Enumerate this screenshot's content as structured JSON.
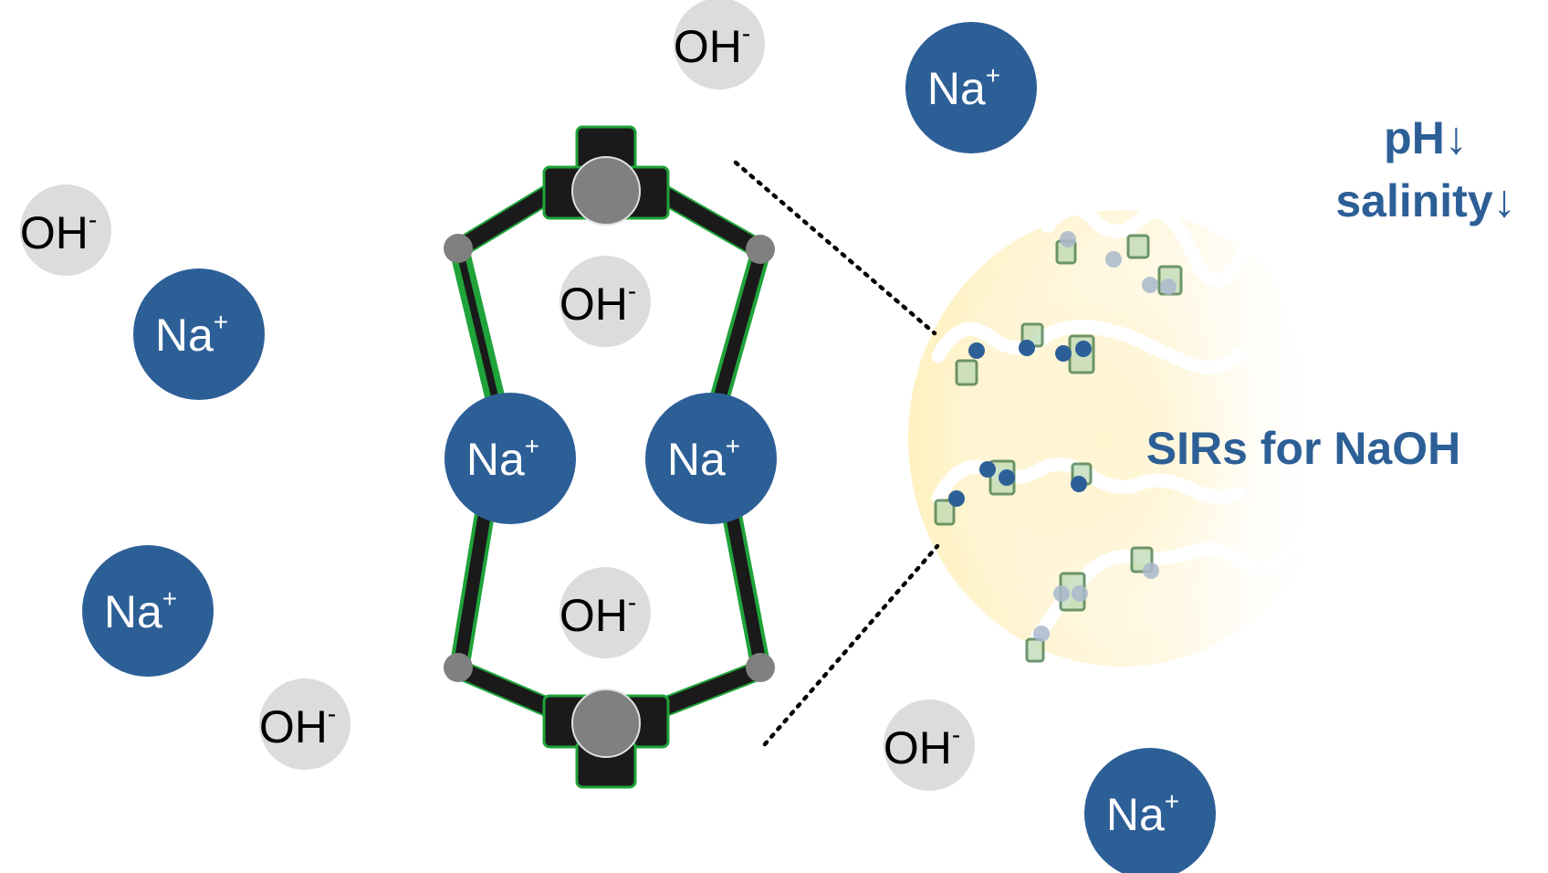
{
  "colors": {
    "sodium": "#2d5f97",
    "hydroxide": "#dcdcdc",
    "host_frame": "#1a1a1a",
    "host_outline": "#1fa33a",
    "host_node": "#808080",
    "glow": "#fff1c2",
    "text_accent": "#2d5f97"
  },
  "ions": {
    "sodium_label": "Na",
    "sodium_charge": "+",
    "hydroxide_label": "OH",
    "hydroxide_charge": "-"
  },
  "labels": {
    "ph": "pH↓",
    "salinity": "salinity↓",
    "sirs": "SIRs for NaOH"
  },
  "icons": {
    "host_molecule": "crown-ether-icon",
    "polymer": "polymer-chain-icon"
  }
}
